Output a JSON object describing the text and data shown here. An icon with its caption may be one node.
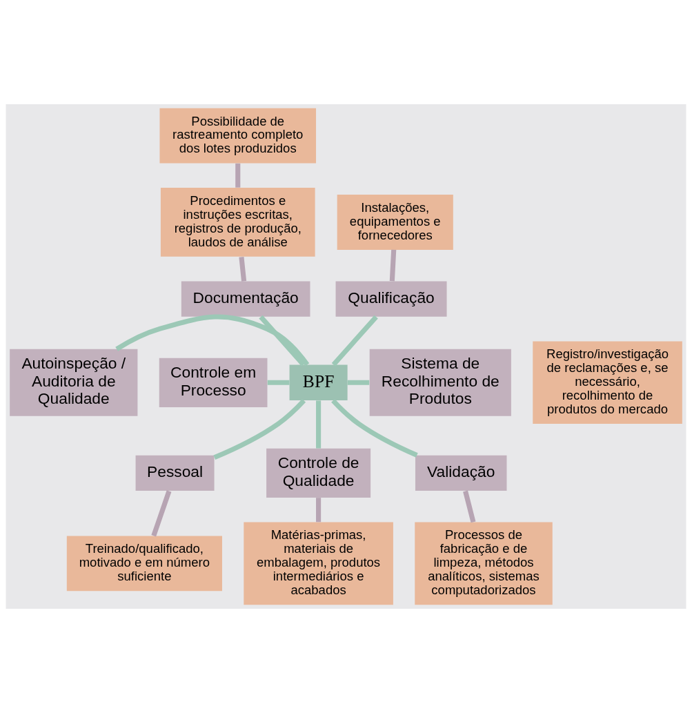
{
  "diagram": {
    "nodes": [
      {
        "text": [
          "Possibilidade de rastreamento completo dos lotes produzidos"
        ]
      },
      {
        "text": [
          "Procedimentos e instruções escritas, registros de produção, laudos de análise"
        ]
      },
      {
        "text": [
          "Instalações, equipamentos e fornecedores"
        ]
      },
      {
        "text": [
          "Autoinspeção / Auditoria de Qualidade"
        ]
      },
      {
        "text": [
          "Documentação"
        ]
      },
      {
        "text": [
          "Qualificação"
        ]
      },
      {
        "text": [
          "Sistema de Recolhimento de Produtos"
        ]
      },
      {
        "text": [
          "Registro/investigação de reclamações e, se necessário, recolhimento de produtos do mercado"
        ]
      },
      {
        "text": [
          "BPF"
        ]
      },
      {
        "text": [
          "Controle em Processo"
        ]
      },
      {
        "text": [
          "Pessoal"
        ]
      },
      {
        "text": [
          "Controle de Qualidade"
        ]
      },
      {
        "text": [
          "Validação"
        ]
      },
      {
        "text": [
          "Treinado/qualificado, motivado e em número suficiente"
        ]
      },
      {
        "text": [
          "Processos de fabricação e de limpeza, métodos analíticos, sistemas computadorizados"
        ]
      },
      {
        "text": [
          "Matérias-primas, materiais de embalagem, produtos intermediários e acabados"
        ]
      }
    ],
    "edges": [
      {
        "from": 0,
        "to": 1,
        "arrow": "none",
        "color": "#b7a4b3"
      },
      {
        "from": 1,
        "to": 4,
        "arrow": "none",
        "color": "#b7a4b3"
      },
      {
        "from": 2,
        "to": 5,
        "arrow": "none",
        "color": "#b7a4b3"
      },
      {
        "from": 4,
        "to": 8,
        "arrow": "none"
      },
      {
        "from": 5,
        "to": 8,
        "arrow": "none"
      },
      {
        "from": 3,
        "to": 8,
        "arrow": "none"
      },
      {
        "from": 8,
        "to": 6,
        "arrow": "none"
      },
      {
        "from": 9,
        "to": 8,
        "arrow": "none"
      },
      {
        "from": 8,
        "to": 12,
        "arrow": "none"
      },
      {
        "from": 8,
        "to": 11,
        "arrow": "none"
      },
      {
        "from": 8,
        "to": 10,
        "arrow": "none"
      },
      {
        "from": 10,
        "to": 13,
        "arrow": "none",
        "color": "#b7a4b3"
      },
      {
        "from": 12,
        "to": 14,
        "arrow": "none",
        "color": "#b7a4b3"
      },
      {
        "from": 11,
        "to": 15,
        "arrow": "none",
        "color": "#b7a4b3"
      }
    ]
  }
}
